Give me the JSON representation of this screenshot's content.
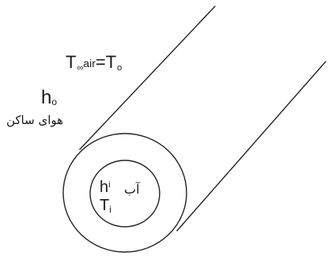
{
  "labels": {
    "ambient_T": "T",
    "ambient_sub": "∞",
    "ambient_air": "air",
    "ambient_eq": "=T",
    "ambient_eq_sub": "o",
    "ho_main": "h",
    "ho_sub": "o",
    "outside_fa": "هوای ساکن",
    "hi_main": "h",
    "hi_sub": "i",
    "ti_main": "T",
    "ti_sub": "i",
    "inside_fa": "آب"
  }
}
